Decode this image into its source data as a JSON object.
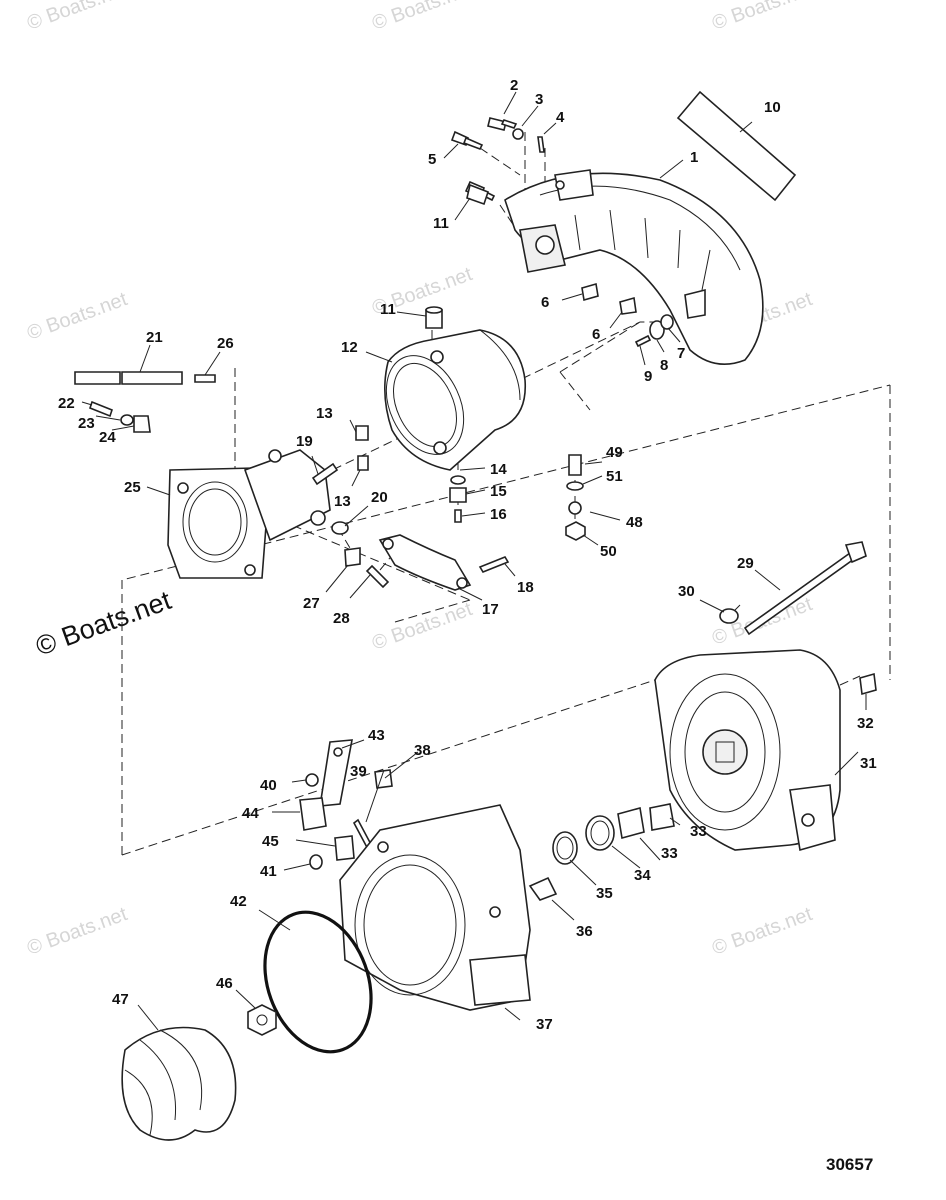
{
  "watermark": {
    "text": "© Boats.net"
  },
  "reference_number": "30657",
  "callouts": [
    "1",
    "2",
    "3",
    "4",
    "5",
    "6",
    "6",
    "7",
    "8",
    "9",
    "10",
    "11",
    "11",
    "12",
    "13",
    "13",
    "14",
    "15",
    "16",
    "17",
    "18",
    "19",
    "20",
    "21",
    "22",
    "23",
    "24",
    "25",
    "26",
    "27",
    "28",
    "29",
    "30",
    "31",
    "32",
    "33",
    "33",
    "34",
    "35",
    "36",
    "37",
    "38",
    "39",
    "40",
    "41",
    "42",
    "43",
    "44",
    "45",
    "46",
    "47",
    "48",
    "49",
    "50",
    "51"
  ]
}
